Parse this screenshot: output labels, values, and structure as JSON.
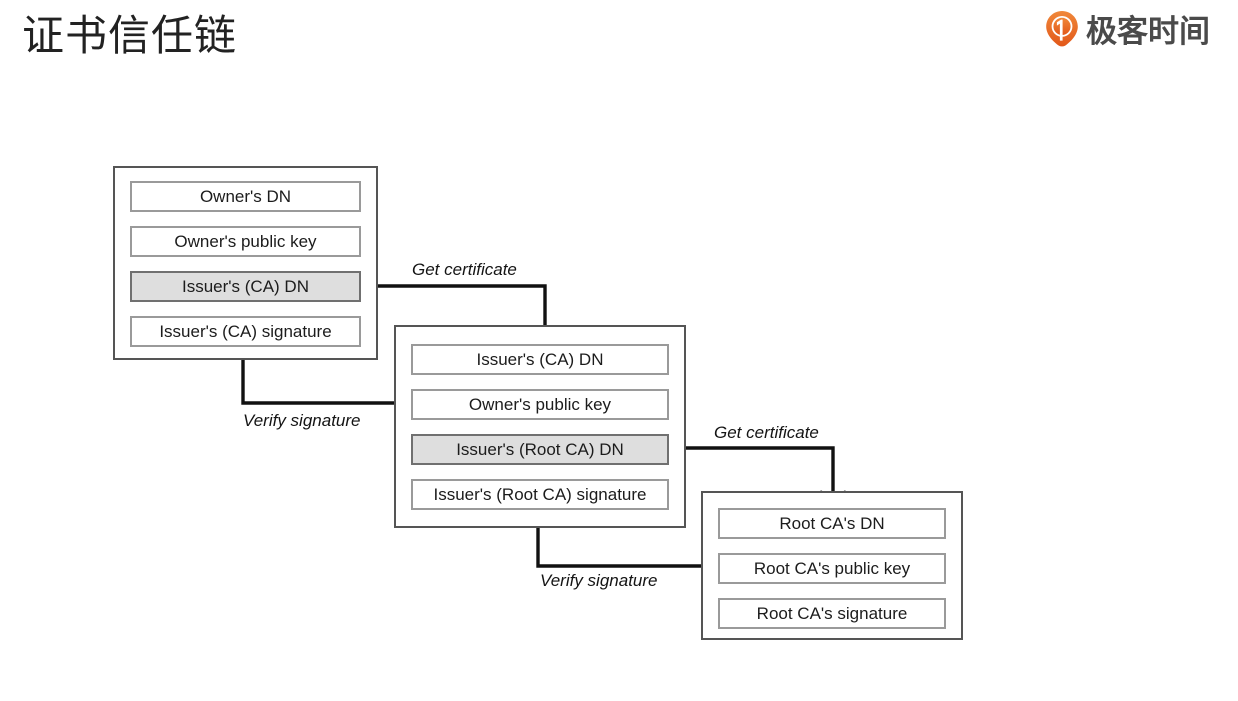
{
  "header": {
    "title": "证书信任链",
    "brand": {
      "name": "极客时间",
      "mark_icon": "geektime-logo-icon",
      "accent_color": "#ec6a20",
      "text_color": "#4a4a4a"
    }
  },
  "diagram": {
    "type": "certificate-trust-chain",
    "colors": {
      "outer_border": "#555555",
      "row_border": "#9a9a9a",
      "row_fill": "#ffffff",
      "highlight_fill": "#dedede",
      "highlight_border": "#707070",
      "arrow": "#111111",
      "background": "#ffffff"
    },
    "certificates": [
      {
        "id": "end-entity-certificate",
        "rows": [
          {
            "label": "Owner's DN",
            "highlighted": false
          },
          {
            "label": "Owner's public key",
            "highlighted": false
          },
          {
            "label": "Issuer's (CA) DN",
            "highlighted": true
          },
          {
            "label": "Issuer's (CA) signature",
            "highlighted": false
          }
        ]
      },
      {
        "id": "intermediate-ca-certificate",
        "rows": [
          {
            "label": "Issuer's (CA) DN",
            "highlighted": false
          },
          {
            "label": "Owner's public key",
            "highlighted": false
          },
          {
            "label": "Issuer's (Root CA) DN",
            "highlighted": true
          },
          {
            "label": "Issuer's (Root CA) signature",
            "highlighted": false
          }
        ]
      },
      {
        "id": "root-ca-certificate",
        "rows": [
          {
            "label": "Root CA's DN",
            "highlighted": false
          },
          {
            "label": "Root CA's public key",
            "highlighted": false
          },
          {
            "label": "Root CA's signature",
            "highlighted": false
          }
        ]
      }
    ],
    "edges": [
      {
        "id": "get-certificate-1",
        "label": "Get certificate",
        "from": "end-entity-certificate.issuer-ca-dn",
        "to": "intermediate-ca-certificate"
      },
      {
        "id": "verify-signature-1",
        "label": "Verify signature",
        "from": "intermediate-ca-certificate.owner-public-key",
        "to": "end-entity-certificate.issuer-ca-signature"
      },
      {
        "id": "get-certificate-2",
        "label": "Get certificate",
        "from": "intermediate-ca-certificate.issuer-root-ca-dn",
        "to": "root-ca-certificate"
      },
      {
        "id": "verify-signature-2",
        "label": "Verify signature",
        "from": "root-ca-certificate.public-key",
        "to": "intermediate-ca-certificate.issuer-root-ca-signature"
      }
    ]
  }
}
